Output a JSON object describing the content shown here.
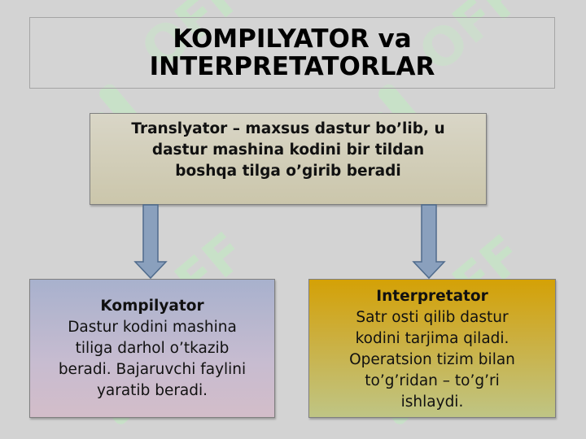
{
  "title": {
    "line1": "KOMPILYATOR va",
    "line2": "INTERPRETATORLAR"
  },
  "translator_box": {
    "line1": "Translyator – maxsus dastur bo’lib, u",
    "line2": "dastur mashina kodini bir tildan",
    "line3": "boshqa tilga o’girib beradi"
  },
  "compiler_box": {
    "heading": "Kompilyator",
    "line1": "Dastur kodini mashina",
    "line2": "tiliga darhol o’tkazib",
    "line3": "beradi. Bajaruvchi faylini",
    "line4": "yaratib beradi."
  },
  "interpreter_box": {
    "heading": "Interpretator",
    "line1": "Satr osti qilib dastur",
    "line2": "kodini tarjima qiladi.",
    "line3": "Operatsion tizim  bilan",
    "line4": "to’g’ridan – to’g’ri",
    "line5": "ishlaydi."
  },
  "watermark": {
    "text": "OFF",
    "color": "#c6f0c6"
  },
  "colors": {
    "background": "#d3d3d3",
    "arrow_fill": "#8aa0bd",
    "arrow_stroke": "#4f6b8c",
    "translator_fill": "#cfcab2",
    "compiler_fill": "#b7b6cf",
    "interpreter_fill": "#cfa719"
  }
}
